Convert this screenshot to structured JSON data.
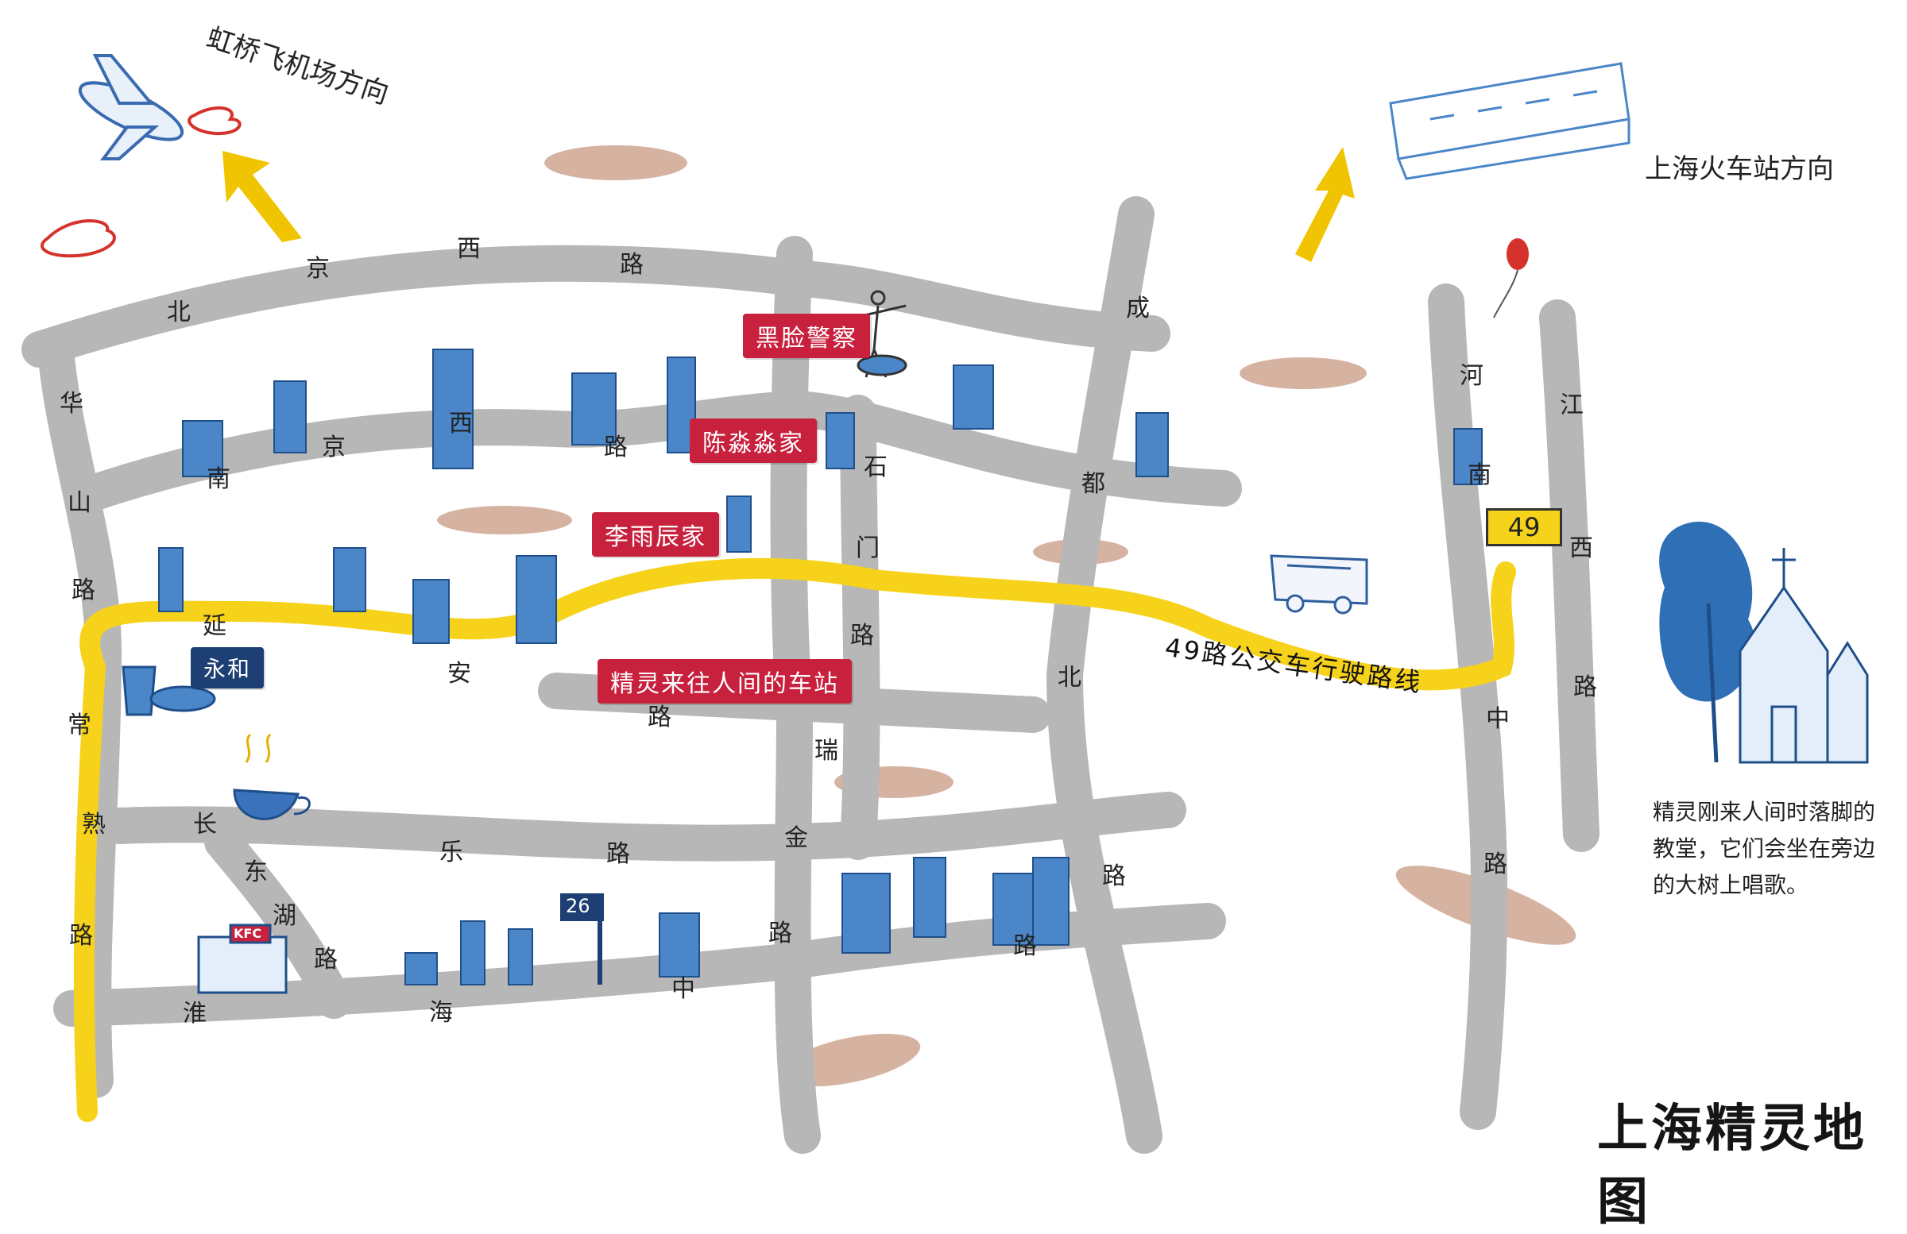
{
  "directions": {
    "hongqiao": "虹桥飞机场方向",
    "railway": "上海火车站方向"
  },
  "roads": {
    "beijing_xi": [
      "北",
      "京",
      "西",
      "路"
    ],
    "nanjing_xi": [
      "南",
      "京",
      "西",
      "路"
    ],
    "huashan": [
      "华",
      "山",
      "路"
    ],
    "yanan": [
      "延",
      "安",
      "路"
    ],
    "changshu": [
      "常",
      "熟",
      "路"
    ],
    "changle": [
      "长",
      "乐",
      "路"
    ],
    "donghu": [
      "东",
      "湖",
      "路"
    ],
    "huaihai": [
      "淮",
      "海",
      "中",
      "路"
    ],
    "shimen": [
      "石",
      "门",
      "路"
    ],
    "ruijin": [
      "瑞",
      "金",
      "路"
    ],
    "chengdu": [
      "成",
      "都",
      "北",
      "路"
    ],
    "henan": [
      "河",
      "南",
      "中",
      "路"
    ],
    "jiangxi": [
      "江",
      "西",
      "路"
    ]
  },
  "places": {
    "police": "黑脸警察",
    "chensen": "陈淼淼家",
    "liyuchen": "李雨辰家",
    "station": "精灵来往人间的车站",
    "yonghe": "永和"
  },
  "bus": {
    "number": "49",
    "route_label": "49路公交车行驶路线",
    "sign_number": "26"
  },
  "kfc": "KFC",
  "note": "精灵刚来人间时落脚的教堂，它们会坐在旁边的大树上唱歌。",
  "title": "上海精灵地图",
  "colors": {
    "road": "#b9b9b9",
    "route": "#f6d21b",
    "tag_red": "#c8213e",
    "tag_navy": "#1d3f73",
    "building_blue": "#2f6fb5",
    "cloud_brown": "#a8715f",
    "arrow_yellow": "#f0c400",
    "balloon": "#d6322c"
  },
  "icons": [
    "airplane-icon",
    "train-icon",
    "bus-icon",
    "church-icon",
    "tree-icon",
    "coffee-cup-icon",
    "balloon-icon",
    "kfc-store-icon",
    "statue-icon",
    "arrow-up-icon"
  ]
}
